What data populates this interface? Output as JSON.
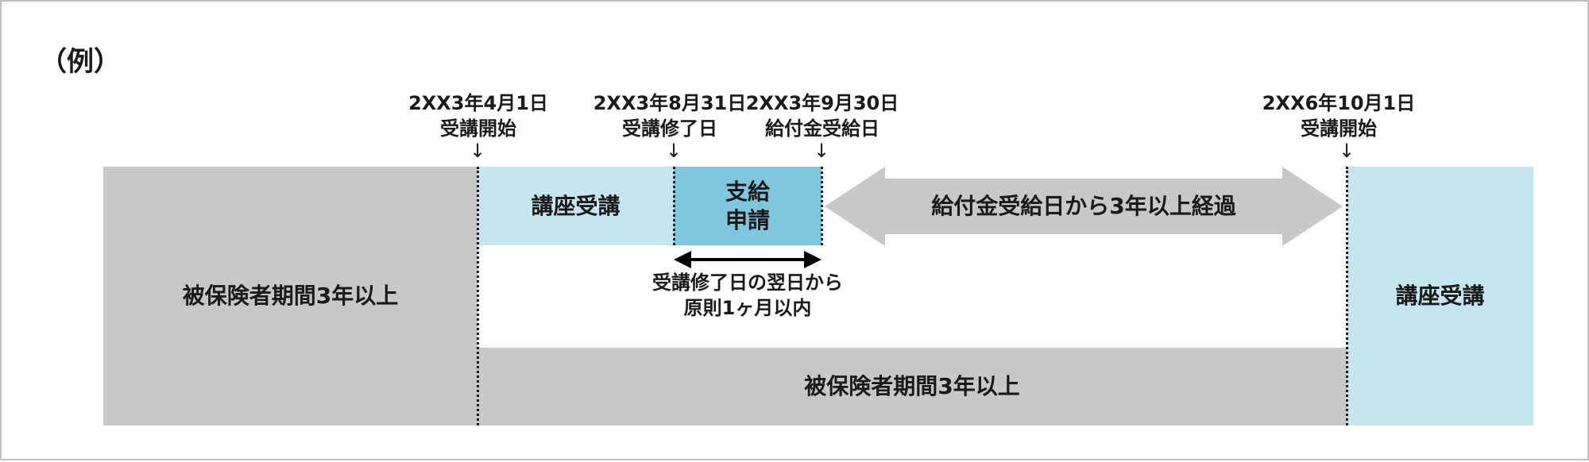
{
  "example_label": "（例）",
  "dates": [
    {
      "date": "2XX3年4月1日",
      "caption": "受講開始"
    },
    {
      "date": "2XX3年8月31日",
      "caption": "受講修了日"
    },
    {
      "date": "2XX3年9月30日",
      "caption": "給付金受給日"
    },
    {
      "date": "2XX6年10月1日",
      "caption": "受講開始"
    }
  ],
  "marker_glyph": "↓",
  "blocks": {
    "insured_left": "被保険者期間3年以上",
    "course_1": "講座受講",
    "apply_line1": "支給",
    "apply_line2": "申請",
    "three_years": "給付金受給日から3年以上経過",
    "course_2": "講座受講",
    "insured_bottom": "被保険者期間3年以上"
  },
  "deadline_note": {
    "line1": "受講修了日の翌日から",
    "line2": "原則1ヶ月以内"
  },
  "colors": {
    "gray": "#c8c8c8",
    "light_blue": "#c5e5ef",
    "mid_blue": "#7fc7dc",
    "arrow_gray": "#c8c8c8"
  }
}
